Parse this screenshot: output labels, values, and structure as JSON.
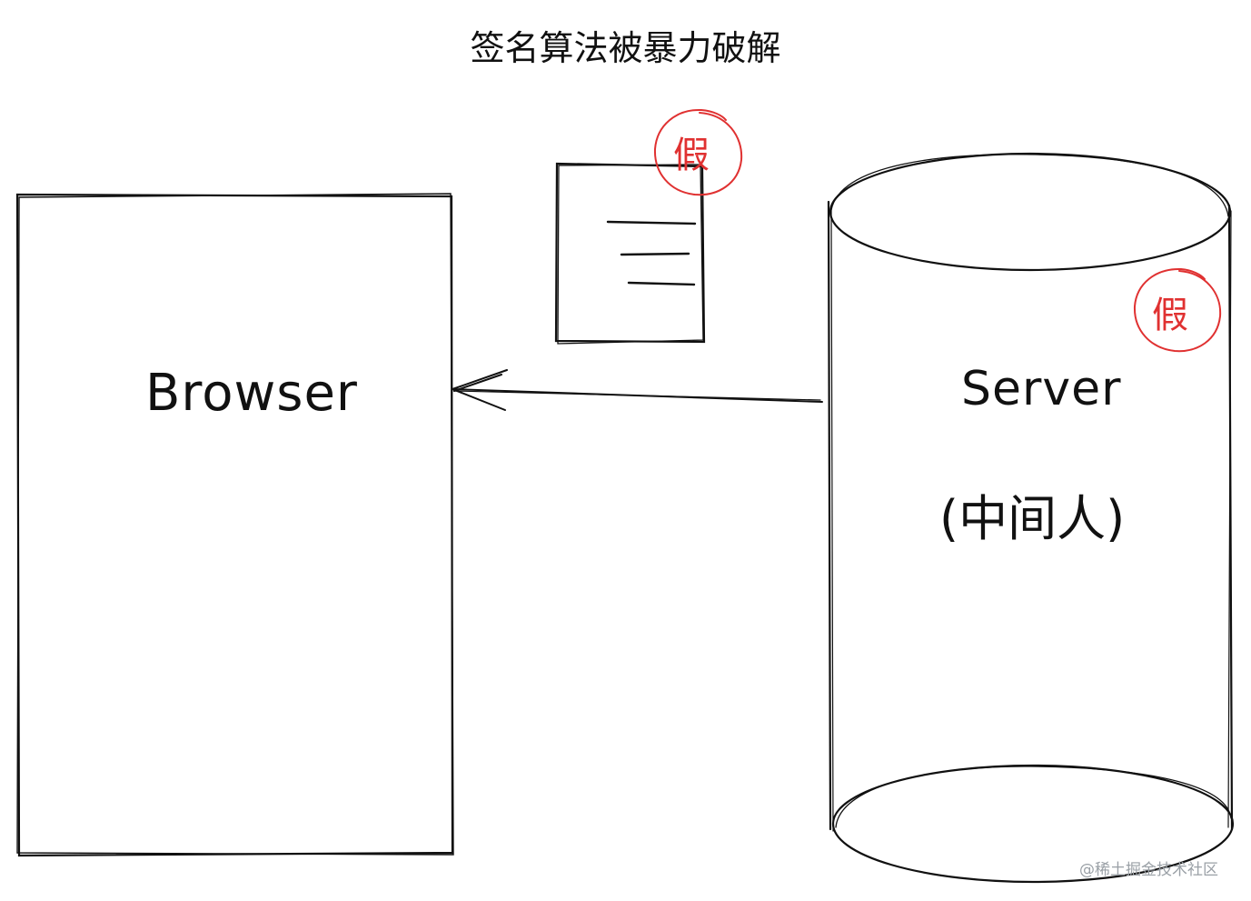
{
  "title": "签名算法被暴力破解",
  "nodes": {
    "browser": {
      "label": "Browser"
    },
    "server": {
      "label": "Server",
      "sublabel": "(中间人)"
    }
  },
  "marks": {
    "document_fake": "假",
    "server_fake": "假"
  },
  "edges": [
    {
      "from": "server",
      "to": "browser",
      "carries": "document"
    }
  ],
  "watermark": "@稀土掘金技术社区",
  "colors": {
    "stroke": "#111111",
    "fake": "#e03131"
  }
}
